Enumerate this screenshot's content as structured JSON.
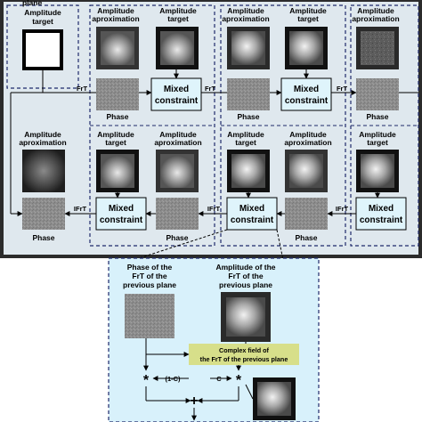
{
  "panel0": {
    "title_partial": "plane",
    "amplitude_label": "Amplitude target",
    "amplitude_label_l1": "Amplitude",
    "amplitude_label_l2": "target"
  },
  "cells": {
    "amp_approx_l1": "Amplitude",
    "amp_approx_l2": "aproximation",
    "amp_target_l1": "Amplitude",
    "amp_target_l2": "target",
    "phase": "Phase",
    "mixed_l1": "Mixed",
    "mixed_l2": "constraint"
  },
  "operators": {
    "forward": "FrT",
    "inverse": "IFrT"
  },
  "detail": {
    "phase_l1": "Phase of the",
    "phase_l2": "FrT of the",
    "phase_l3": "previous plane",
    "amp_l1": "Amplitude of the",
    "amp_l2": "FrT of the",
    "amp_l3": "previous plane",
    "complex_l1": "Complex field of",
    "complex_l2": "the FrT of the previous plane",
    "coef_left": "(1-C)",
    "coef_right": "C",
    "mult_left": "*",
    "mult_right": "*",
    "sum": "+"
  },
  "colors": {
    "panel_bg": "#dfe8ee",
    "mixed_box": "#dff4fb",
    "detail_bg": "#d8f1fb",
    "complex_box": "#d7df8a",
    "border_dash": "#1f2a6b"
  }
}
